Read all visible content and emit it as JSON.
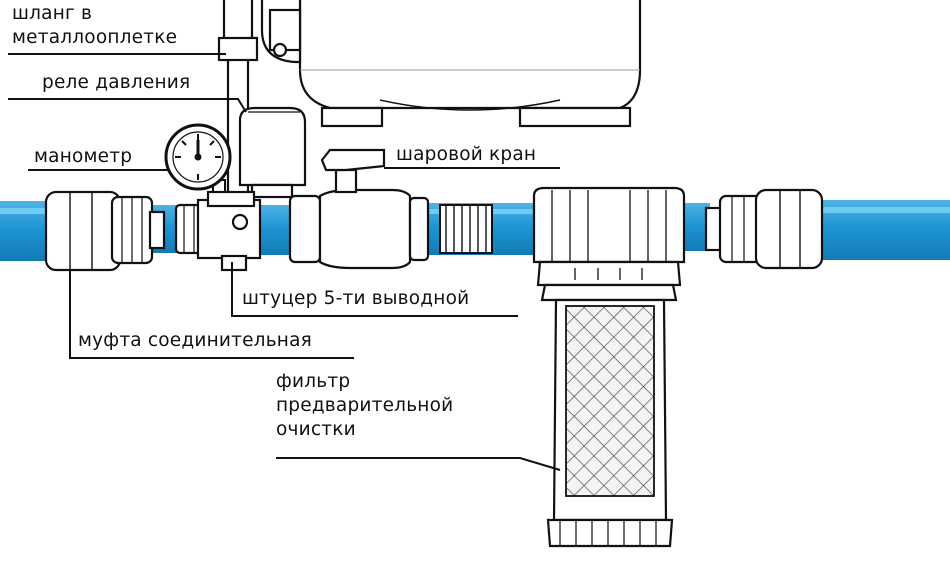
{
  "labels": {
    "hose": "шланг в металлооплетке",
    "pressure_switch": "реле давления",
    "gauge": "манометр",
    "ball_valve": "шаровой кран",
    "fitting": "штуцер 5-ти выводной",
    "coupling": "муфта соединительная",
    "filter": "фильтр предварительной очистки"
  },
  "colors": {
    "pipe": "#1f95d4",
    "pipe_highlight": "#5cc0ee",
    "line": "#111111"
  }
}
